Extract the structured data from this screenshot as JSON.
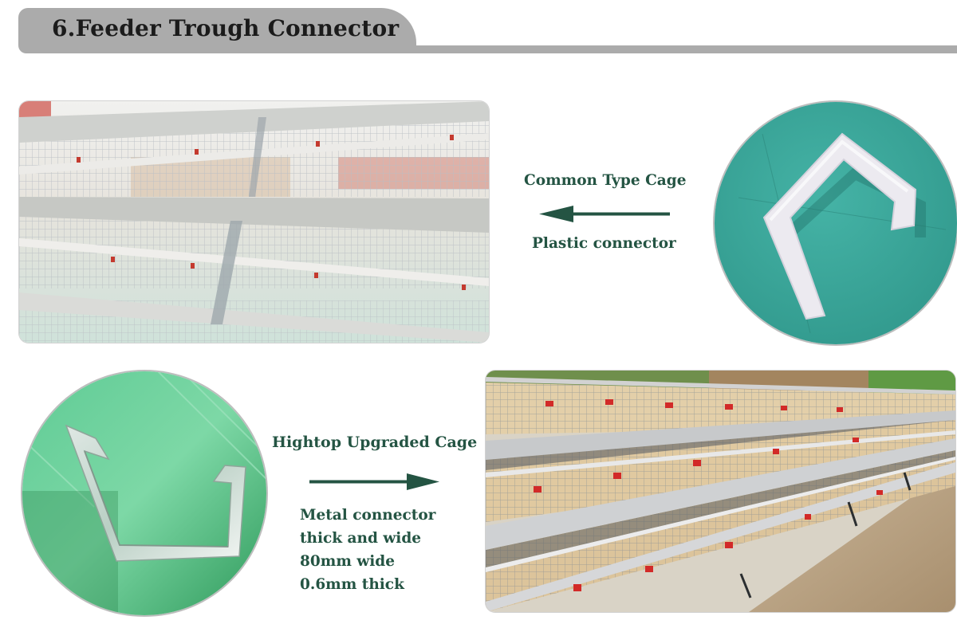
{
  "header": {
    "title": "6.Feeder Trough Connector",
    "bar_color": "#ababab",
    "title_color": "#1b1b1b"
  },
  "common_cage": {
    "title": "Common Type Cage",
    "connector_label": "Plastic connector",
    "arrow_direction": "left",
    "arrow_icon": "arrow-left-icon",
    "photo_subject": "common type cage with feeder troughs",
    "connector_photo_subject": "white plastic trough connector"
  },
  "hightop_cage": {
    "title": "Hightop Upgraded Cage",
    "arrow_direction": "right",
    "arrow_icon": "arrow-right-icon",
    "specs": [
      "Metal connector",
      "thick and wide",
      "80mm wide",
      "0.6mm thick"
    ],
    "photo_subject": "hightop upgraded cage with chickens",
    "connector_photo_subject": "galvanized metal trough connector"
  },
  "colors": {
    "accent_text": "#245443",
    "plastic_bg": "#3fa89a",
    "metal_bg": "#4fbf83"
  }
}
